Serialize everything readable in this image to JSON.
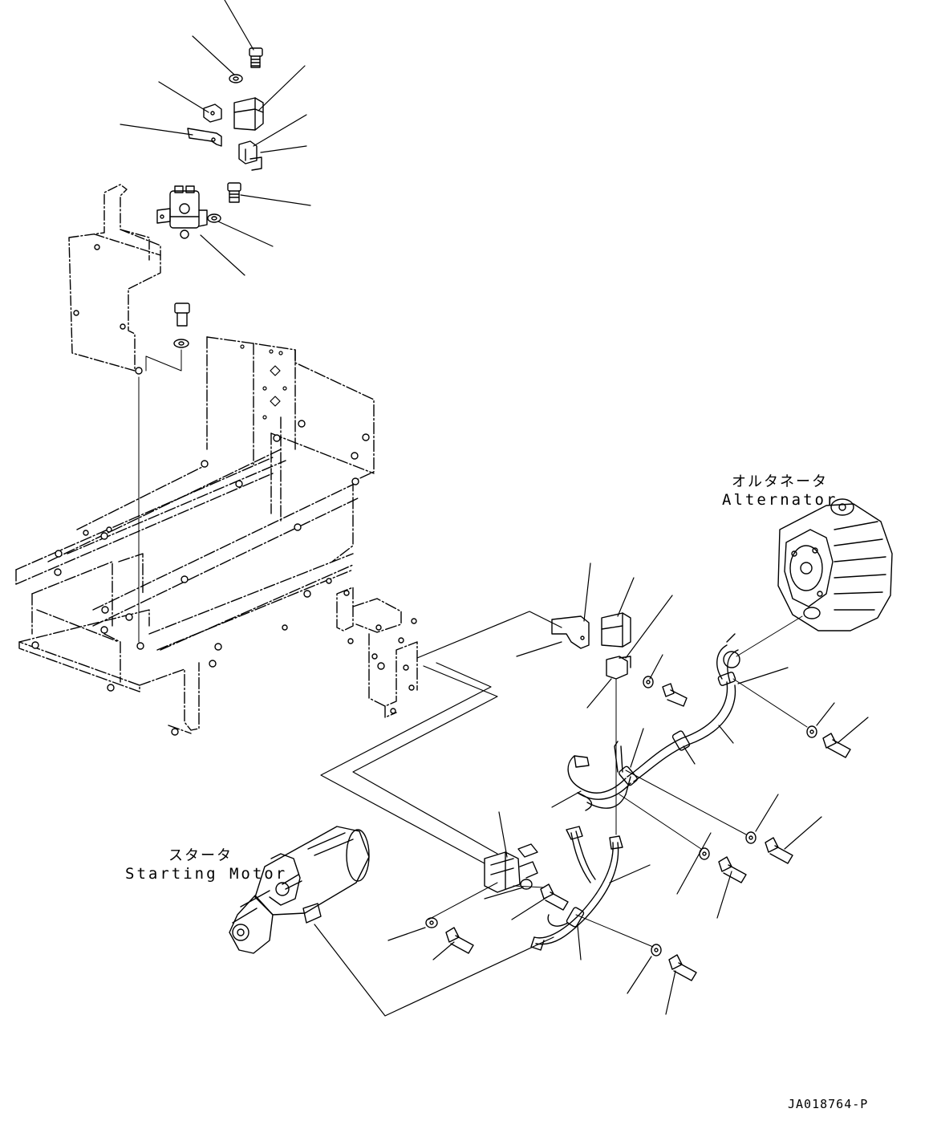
{
  "labels": {
    "alternator_jp": "オルタネータ",
    "alternator_en": "Alternator",
    "starter_jp": "スタータ",
    "starter_en": "Starting Motor",
    "drawing_ref": "JA018764-P"
  },
  "icons": [
    "bolt-icon",
    "washer-icon",
    "relay-icon",
    "bracket-icon",
    "connector-icon",
    "battery-relay-icon",
    "frame-icon",
    "alternator-icon",
    "starting-motor-icon",
    "wire-harness-icon"
  ],
  "colors": {
    "line": "#000000",
    "background": "#ffffff"
  }
}
